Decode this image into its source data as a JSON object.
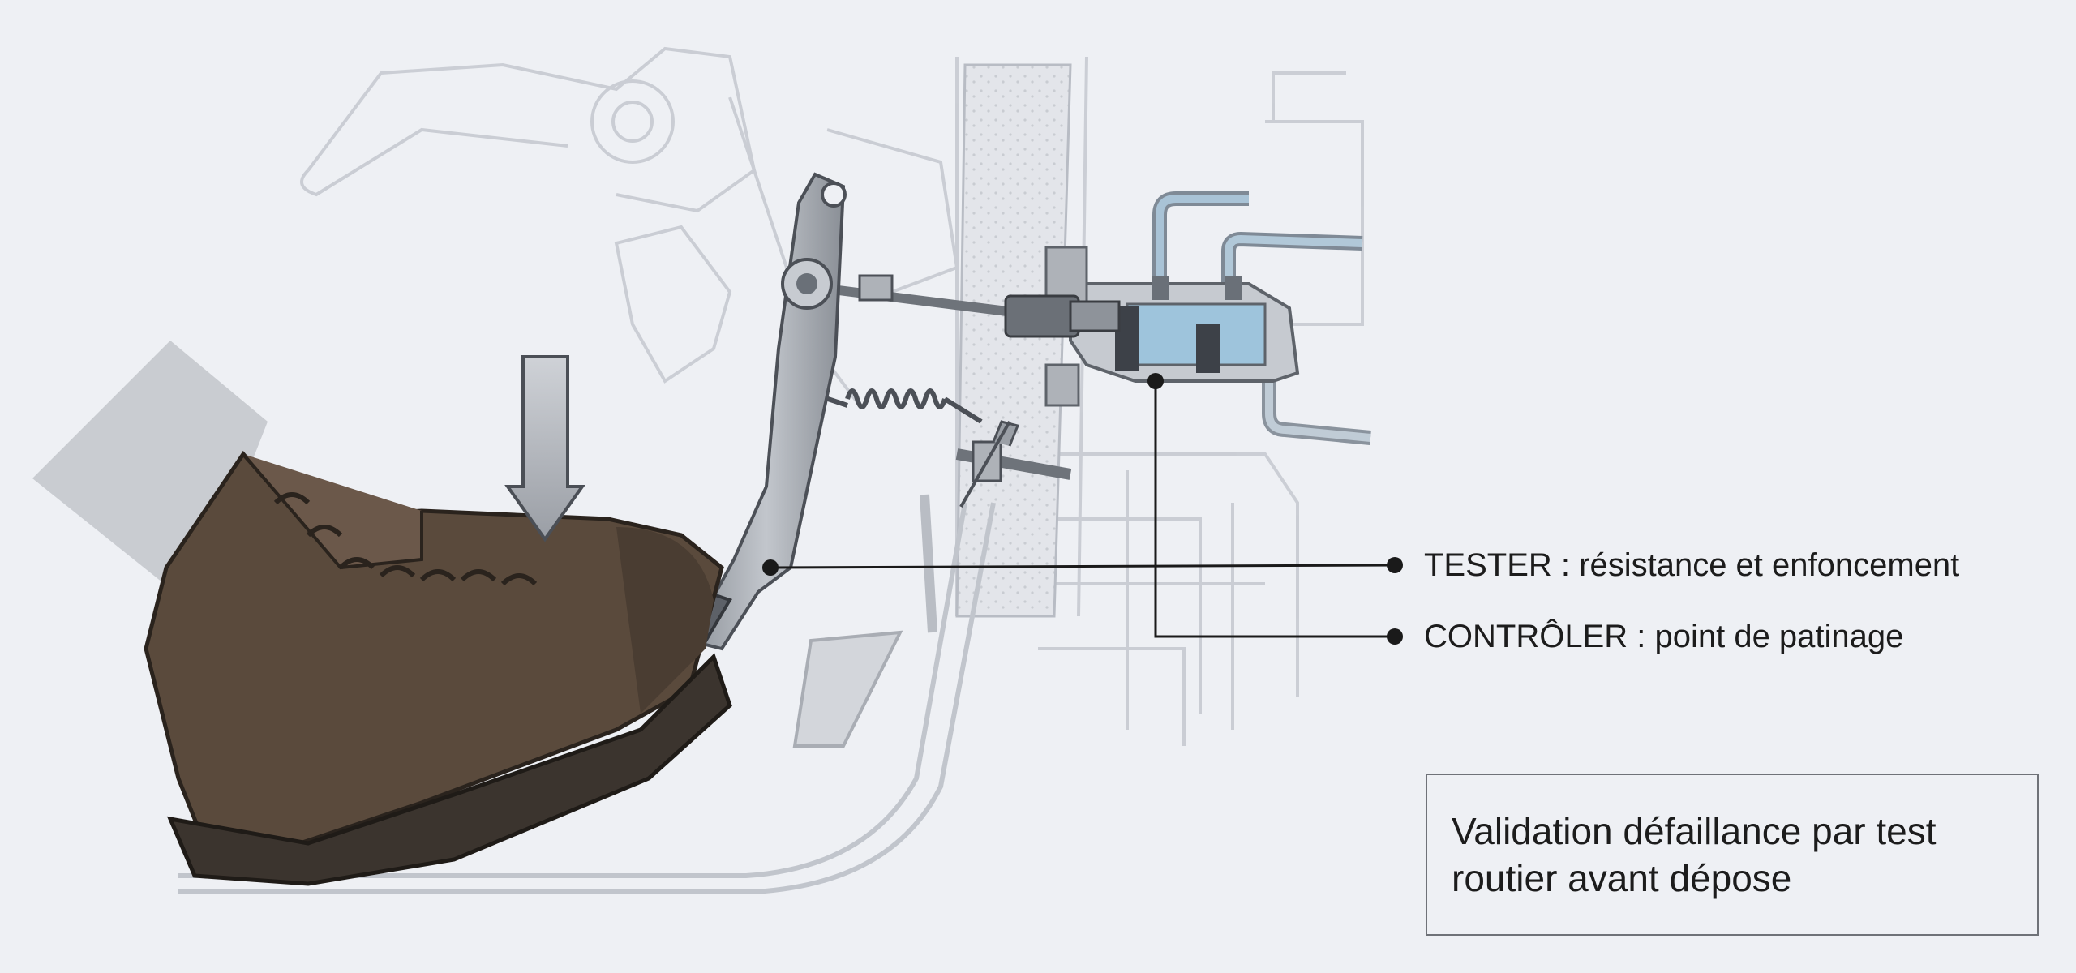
{
  "callouts": [
    {
      "text": "TESTER : résistance et enfoncement"
    },
    {
      "text": "CONTRÔLER : point de patinage"
    }
  ],
  "note": {
    "text": "Validation défaillance par test routier avant dépose"
  },
  "colors": {
    "background": "#eef0f4",
    "ghost_lines": "#b8bcc4",
    "metal": "#a7abb2",
    "hydraulic_fluid": "#9ec4dc",
    "boot_leather": "#5a4a3c",
    "boot_sole": "#3b342e",
    "callout_line": "#1a1a1a"
  },
  "icons": [
    "press-down-arrow-icon"
  ]
}
